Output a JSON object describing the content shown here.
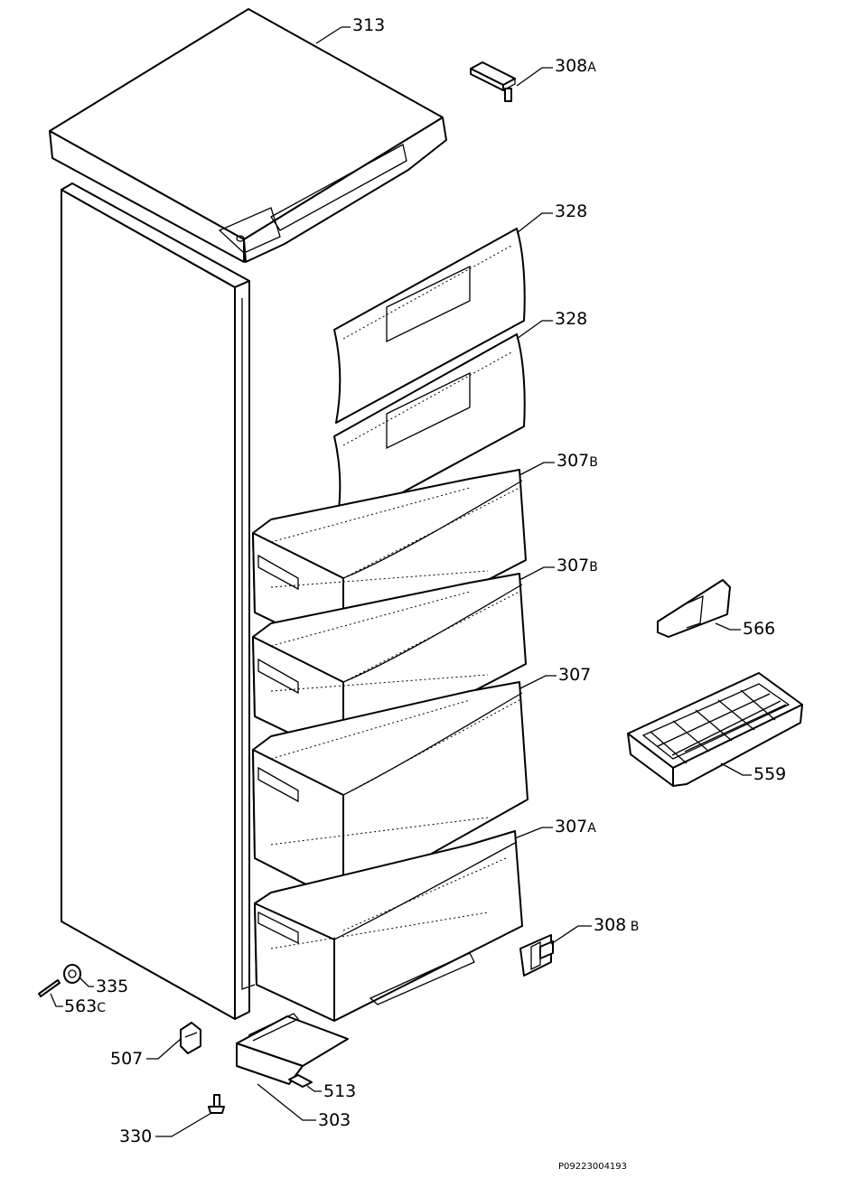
{
  "labels": {
    "l313": {
      "num": "313",
      "suf": ""
    },
    "l308a": {
      "num": "308",
      "suf": "A"
    },
    "l328a": {
      "num": "328",
      "suf": ""
    },
    "l328b": {
      "num": "328",
      "suf": ""
    },
    "l307b1": {
      "num": "307",
      "suf": "B"
    },
    "l307b2": {
      "num": "307",
      "suf": "B"
    },
    "l307": {
      "num": "307",
      "suf": ""
    },
    "l307a": {
      "num": "307",
      "suf": "A"
    },
    "l566": {
      "num": "566",
      "suf": ""
    },
    "l559": {
      "num": "559",
      "suf": ""
    },
    "l308b": {
      "num": "308",
      "suf": " B"
    },
    "l335": {
      "num": "335",
      "suf": ""
    },
    "l563c": {
      "num": "563",
      "suf": "C"
    },
    "l507": {
      "num": "507",
      "suf": ""
    },
    "l513": {
      "num": "513",
      "suf": ""
    },
    "l303": {
      "num": "303",
      "suf": ""
    },
    "l330": {
      "num": "330",
      "suf": ""
    }
  },
  "drawing_code": "P09223004193"
}
